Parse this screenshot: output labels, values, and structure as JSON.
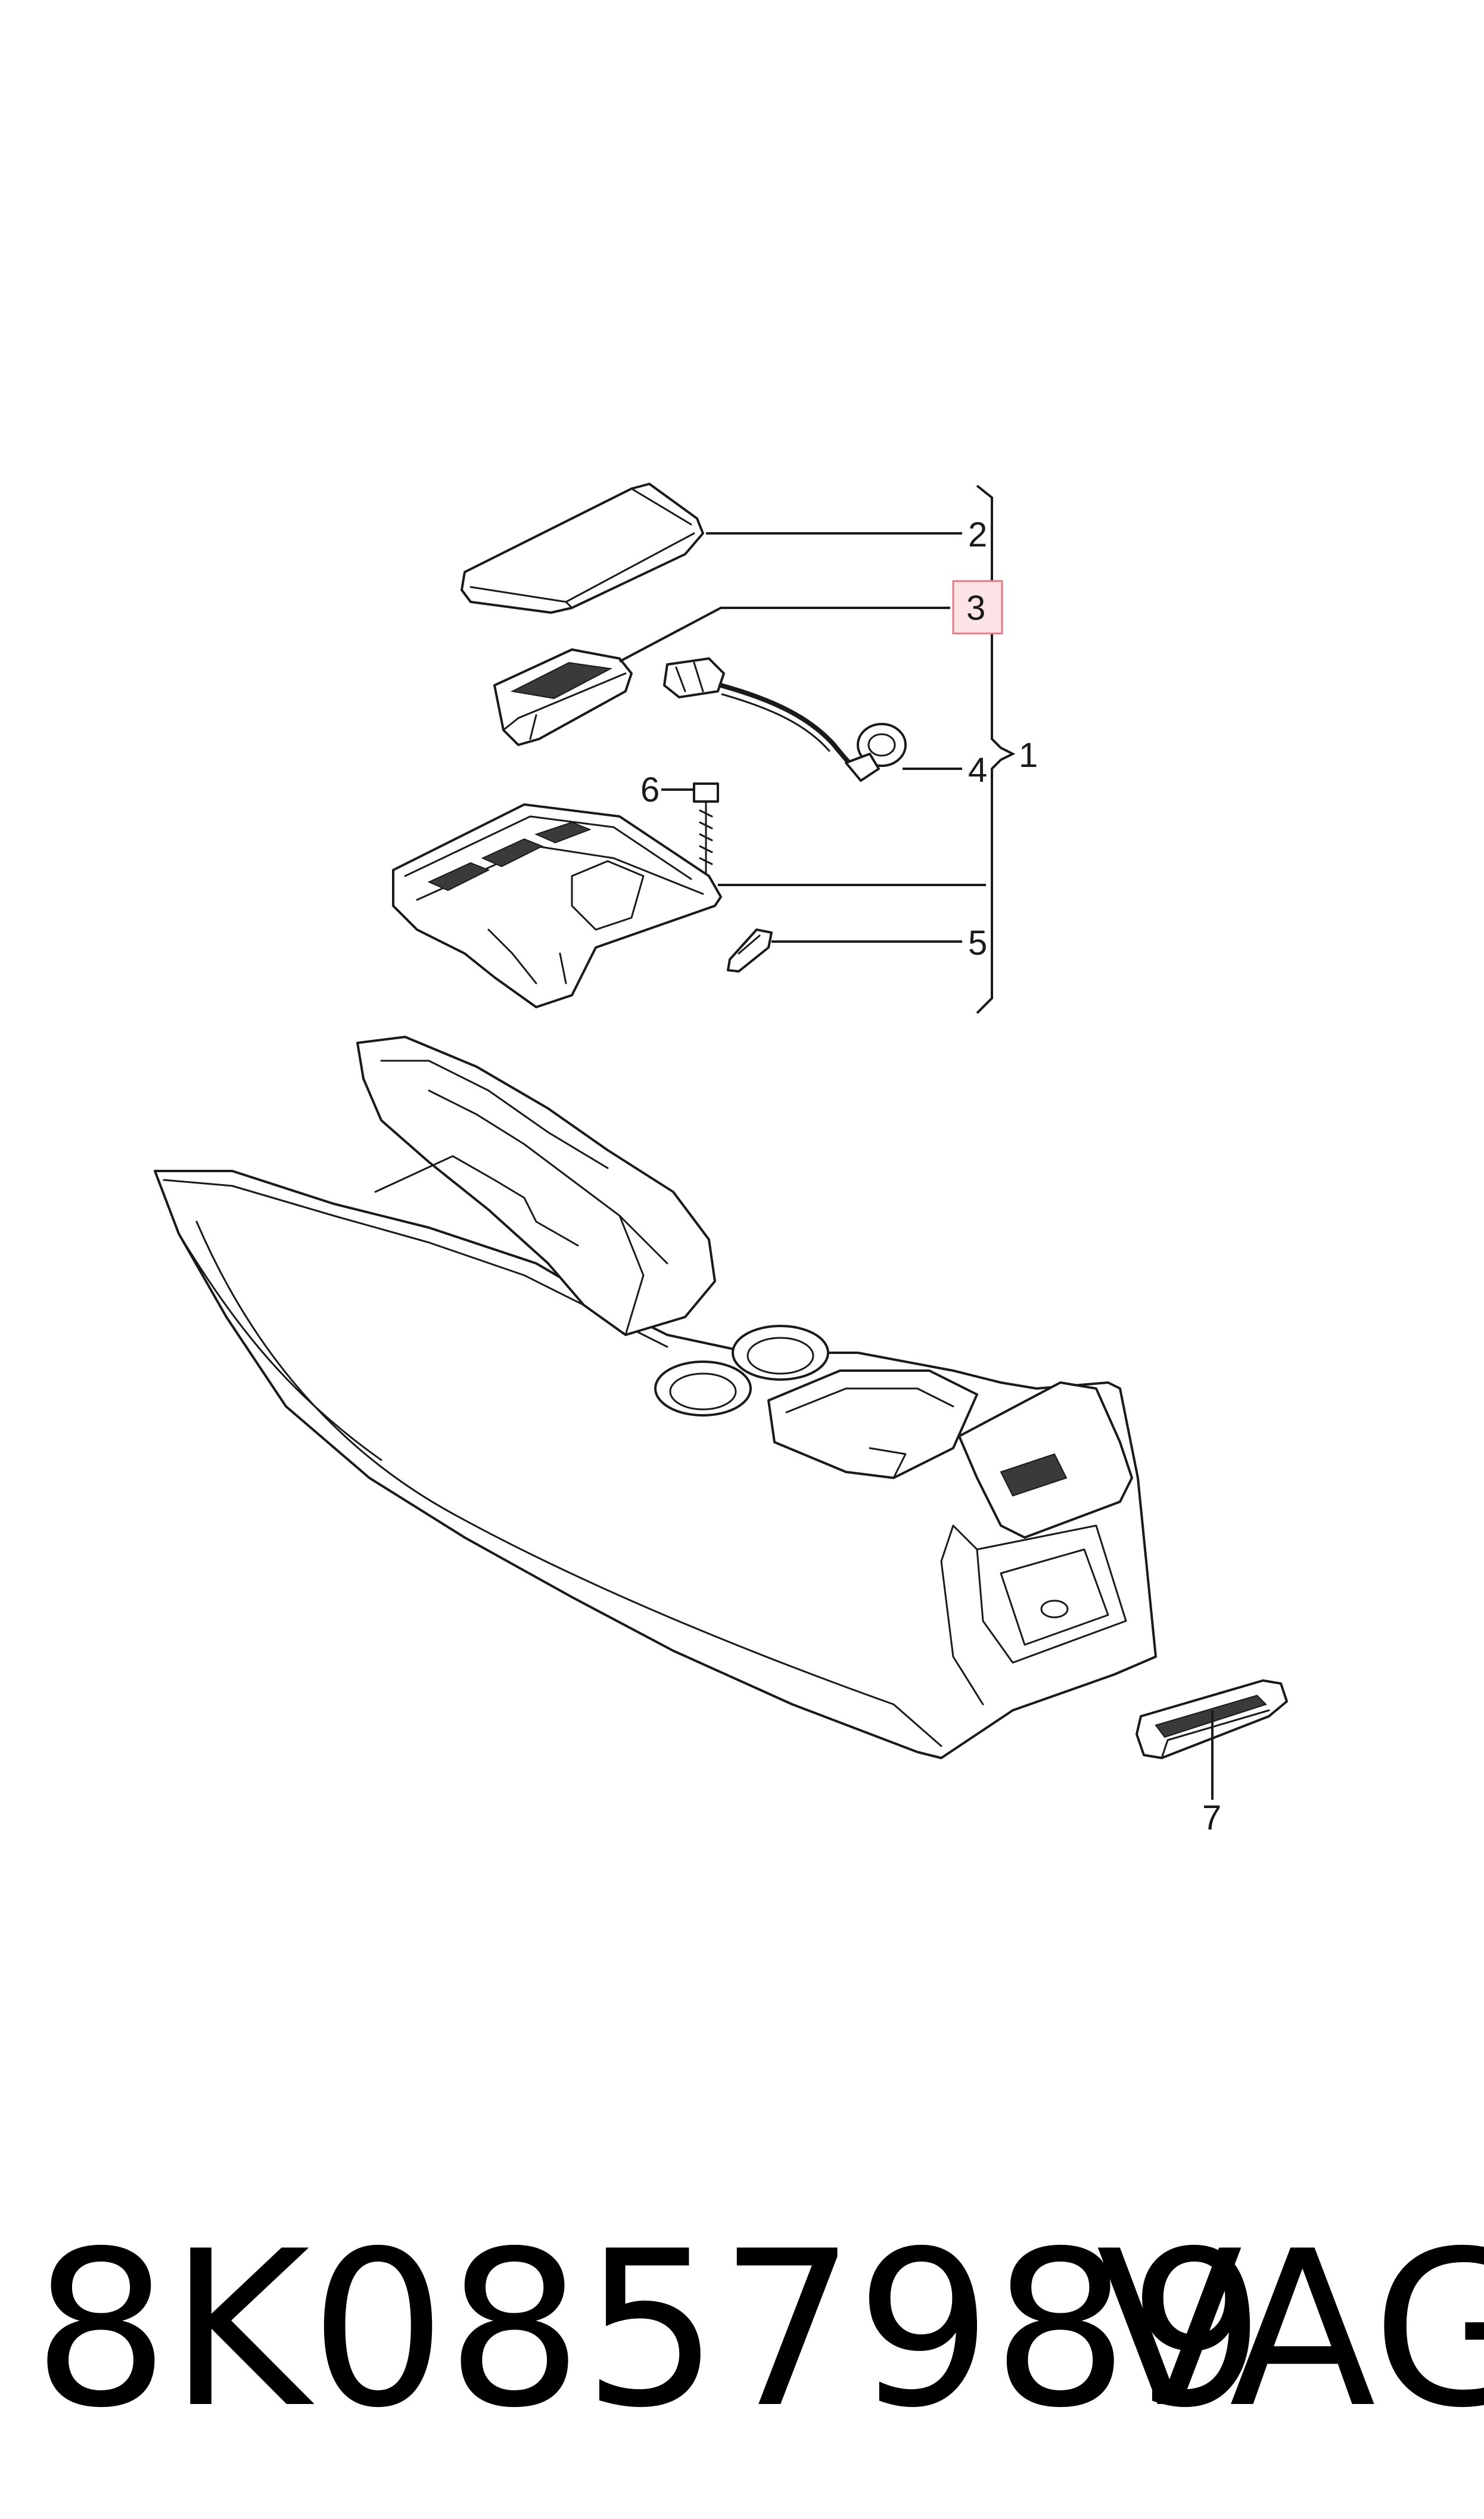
{
  "callouts": {
    "c1": "1",
    "c2": "2",
    "c3": "3",
    "c4": "4",
    "c5": "5",
    "c6": "6",
    "c7": "7"
  },
  "highlighted_callout": "3",
  "footer": {
    "part_number": "8K0857989",
    "brand": "VAG"
  }
}
